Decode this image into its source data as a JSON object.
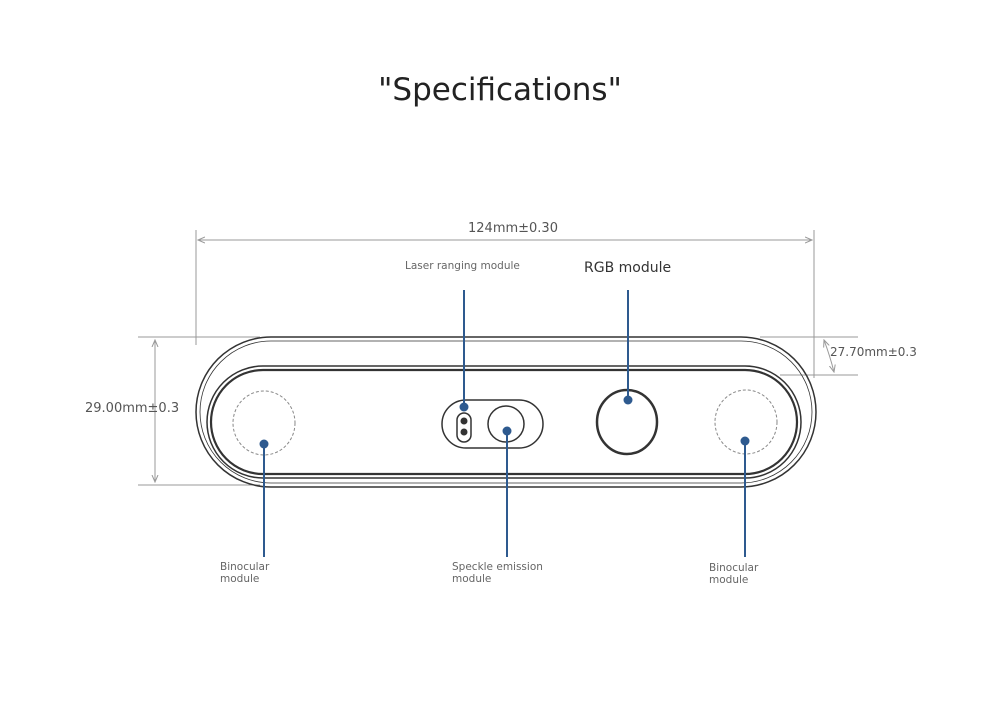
{
  "title": "\"Specifications\"",
  "dimensions": {
    "width": "124mm±0.30",
    "height": "29.00mm±0.3",
    "depth": "27.70mm±0.3"
  },
  "labels": {
    "laser": "Laser ranging module",
    "rgb": "RGB module",
    "binocular_left": [
      "Binocular",
      "module"
    ],
    "speckle": [
      "Speckle emission",
      "module"
    ],
    "binocular_right": [
      "Binocular",
      "module"
    ]
  },
  "colors": {
    "pointer": "#2e5a8f",
    "outline": "#333333"
  }
}
